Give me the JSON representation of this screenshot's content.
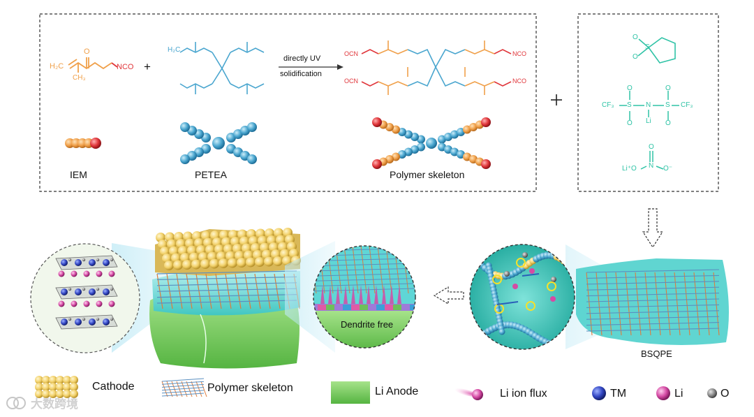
{
  "top_panel": {
    "monomer_iem": {
      "label": "IEM",
      "formula_h2c": "H₂C",
      "formula_ch3": "CH₃",
      "formula_o": "O",
      "formula_nco": "NCO"
    },
    "plus_sign": "+",
    "monomer_petea": {
      "label": "PETEA",
      "formula_h2c": "H₂C"
    },
    "reaction_arrow": {
      "line1": "directly UV",
      "line2": "solidification"
    },
    "product": {
      "label": "Polymer skeleton",
      "ocn": "OCN",
      "nco": "NCO"
    }
  },
  "big_plus": "+",
  "additives": {
    "sulfolane": {
      "o1": "O",
      "s": "S",
      "o2": "O"
    },
    "litfsi": {
      "cf3_left": "CF₃",
      "s": "S",
      "n": "N",
      "li": "Li",
      "cf3_right": "CF₃",
      "o": "O"
    },
    "lino3": {
      "li_plus": "Li⁺O",
      "n": "N",
      "o_minus": "O⁻",
      "o_top": "O"
    }
  },
  "bottom_panel": {
    "dendrite_label": "Dendrite free",
    "bsqpe_label": "BSQPE"
  },
  "legend": [
    {
      "label": "Cathode",
      "icon": "cathode-swatch"
    },
    {
      "label": "Polymer skeleton",
      "icon": "polymer-mesh"
    },
    {
      "label": "Li Anode",
      "icon": "anode-swatch"
    },
    {
      "label": "Li ion flux",
      "icon": "ion-comet"
    },
    {
      "label": "TM",
      "icon": "blue-sphere"
    },
    {
      "label": "Li",
      "icon": "pink-sphere"
    },
    {
      "label": "O",
      "icon": "gray-sphere"
    }
  ],
  "watermark": "大数跨境",
  "colors": {
    "iem_orange": "#f0a04a",
    "petea_blue": "#4aa6cf",
    "nco_red": "#e0353a",
    "additive_teal": "#2fc3a6",
    "electrolyte_cyan": "#5fd6d6",
    "cathode_yellow": "#f2d16a",
    "anode_green": "#6cc75a"
  }
}
